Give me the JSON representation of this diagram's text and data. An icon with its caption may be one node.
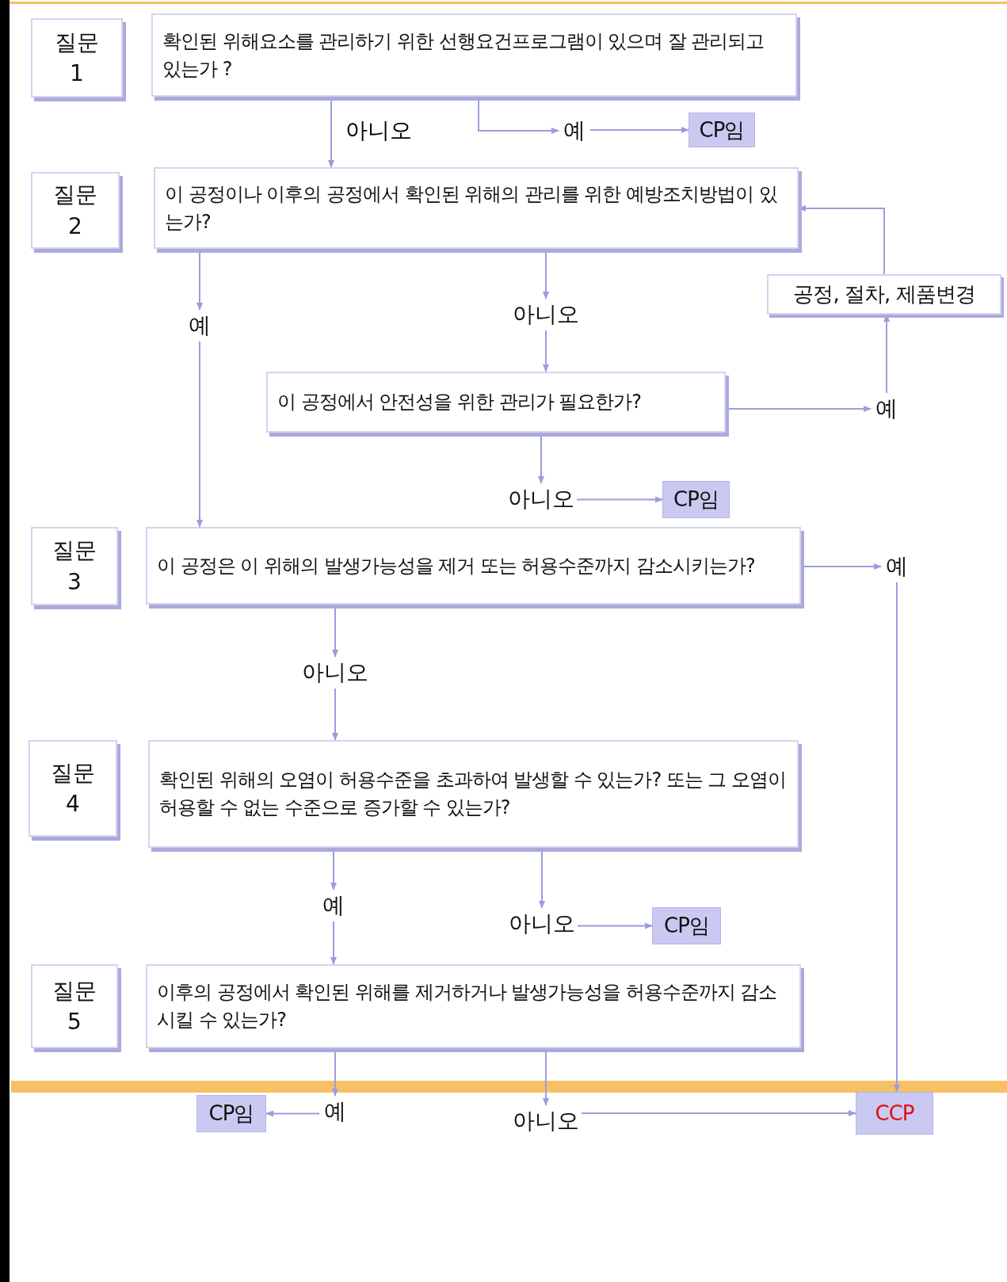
{
  "diagram": {
    "nodes": [
      {
        "text": [
          "질문 1"
        ]
      },
      {
        "text": [
          "확인된 위해요소를 관리하기 위한 선행요건프로그램이 있으며 잘 관리되고 있는가 ?"
        ]
      },
      {
        "text": [
          "예"
        ]
      },
      {
        "text": [
          "CP임"
        ]
      },
      {
        "text": [
          "질문 2"
        ]
      },
      {
        "text": [
          "이 공정이나 이후의 공정에서 확인된 위해의 관리를 위한 예방조치방법이 있는가?"
        ]
      },
      {
        "text": [
          "예"
        ]
      },
      {
        "text": [
          "아니오"
        ]
      },
      {
        "text": [
          "공정, 절차, 제품변경"
        ]
      },
      {
        "text": [
          "이 공정에서 안전성을 위한 관리가 필요한가?"
        ]
      },
      {
        "text": [
          "예"
        ]
      },
      {
        "text": [
          "아니오"
        ]
      },
      {
        "text": [
          "CP임"
        ]
      },
      {
        "text": [
          "질문 3"
        ]
      },
      {
        "text": [
          "이 공정은 이 위해의 발생가능성을 제거 또는 허용수준까지 감소시키는가?"
        ]
      },
      {
        "text": [
          "예"
        ]
      },
      {
        "text": [
          "아니오"
        ]
      },
      {
        "text": [
          "질문 4"
        ]
      },
      {
        "text": [
          "확인된 위해의 오염이 허용수준을 초과하여 발생할 수 있는가? 또는 그 오염이 허용할 수 없는 수준으로 증가할 수 있는가?"
        ]
      },
      {
        "text": [
          "예"
        ]
      },
      {
        "text": [
          "아니오"
        ]
      },
      {
        "text": [
          "CP임"
        ]
      },
      {
        "text": [
          "질문 5"
        ]
      },
      {
        "text": [
          "이후의 공정에서 확인된 위해를 제거하거나 발생가능성을 허용수준까지 감소시킬 수 있는가?"
        ]
      },
      {
        "text": [
          "예"
        ]
      },
      {
        "text": [
          "CP임"
        ]
      },
      {
        "text": [
          "아니오"
        ]
      },
      {
        "text": [
          "CCP"
        ]
      }
    ],
    "edges": [
      {
        "from": 1,
        "to": 5,
        "arrow": "to",
        "label": "아니오"
      },
      {
        "from": 1,
        "to": 2,
        "arrow": "to"
      },
      {
        "from": 2,
        "to": 3,
        "arrow": "to"
      },
      {
        "from": 5,
        "to": 6,
        "arrow": "to"
      },
      {
        "from": 6,
        "to": 14,
        "arrow": "to"
      },
      {
        "from": 5,
        "to": 7,
        "arrow": "to"
      },
      {
        "from": 7,
        "to": 9,
        "arrow": "to"
      },
      {
        "from": 9,
        "to": 10,
        "arrow": "to"
      },
      {
        "from": 10,
        "to": 8,
        "arrow": "to"
      },
      {
        "from": 8,
        "to": 5,
        "arrow": "to"
      },
      {
        "from": 9,
        "to": 11,
        "arrow": "to"
      },
      {
        "from": 11,
        "to": 12,
        "arrow": "to"
      },
      {
        "from": 14,
        "to": 15,
        "arrow": "to"
      },
      {
        "from": 15,
        "to": 27,
        "arrow": "to"
      },
      {
        "from": 14,
        "to": 16,
        "arrow": "to"
      },
      {
        "from": 16,
        "to": 18,
        "arrow": "to"
      },
      {
        "from": 18,
        "to": 19,
        "arrow": "to"
      },
      {
        "from": 19,
        "to": 23,
        "arrow": "to"
      },
      {
        "from": 18,
        "to": 20,
        "arrow": "to"
      },
      {
        "from": 20,
        "to": 21,
        "arrow": "to"
      },
      {
        "from": 23,
        "to": 24,
        "arrow": "to"
      },
      {
        "from": 24,
        "to": 25,
        "arrow": "to"
      },
      {
        "from": 23,
        "to": 26,
        "arrow": "to"
      },
      {
        "from": 26,
        "to": 27,
        "arrow": "to"
      }
    ]
  }
}
